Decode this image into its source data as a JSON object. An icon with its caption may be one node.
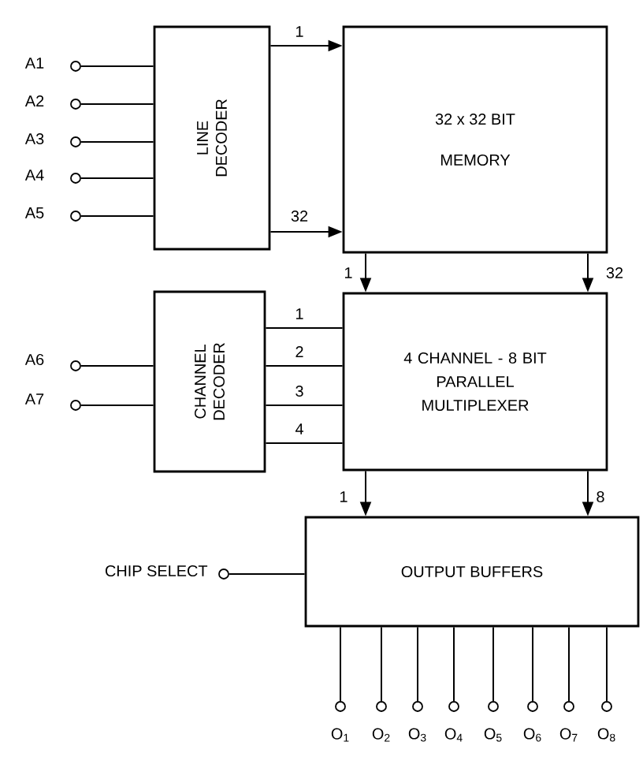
{
  "diagram": {
    "nodes": [
      {
        "text": [],
        "shape": "circle",
        "beside": [
          "A1"
        ]
      },
      {
        "text": [],
        "shape": "circle",
        "beside": [
          "A2"
        ]
      },
      {
        "text": [],
        "shape": "circle",
        "beside": [
          "A3"
        ]
      },
      {
        "text": [],
        "shape": "circle",
        "beside": [
          "A4"
        ]
      },
      {
        "text": [],
        "shape": "circle",
        "beside": [
          "A5"
        ]
      },
      {
        "text": [
          "LINE DECODER"
        ]
      },
      {
        "text": [
          "32 x 32 BIT",
          "MEMORY"
        ]
      },
      {
        "text": [],
        "shape": "circle",
        "beside": [
          "A6"
        ]
      },
      {
        "text": [],
        "shape": "circle",
        "beside": [
          "A7"
        ]
      },
      {
        "text": [
          "CHANNEL DECODER"
        ]
      },
      {
        "text": [
          "4 CHANNEL - 8 BIT PARALLEL MULTIPLEXER"
        ]
      },
      {
        "text": [],
        "shape": "circle",
        "beside": [
          "CHIP SELECT"
        ]
      },
      {
        "text": [
          "OUTPUT BUFFERS"
        ]
      },
      {
        "text": [],
        "shape": "circle",
        "beside": [
          "O$_{1}$"
        ]
      },
      {
        "text": [],
        "shape": "circle",
        "beside": [
          "O$_{2}$"
        ]
      },
      {
        "text": [],
        "shape": "circle",
        "beside": [
          "O$_{3}$"
        ]
      },
      {
        "text": [],
        "shape": "circle",
        "beside": [
          "O$_{4}$"
        ]
      },
      {
        "text": [],
        "shape": "circle",
        "beside": [
          "O$_{5}$"
        ]
      },
      {
        "text": [],
        "shape": "circle",
        "beside": [
          "O$_{6}$"
        ]
      },
      {
        "text": [],
        "shape": "circle",
        "beside": [
          "O$_{7}$"
        ]
      },
      {
        "text": [],
        "shape": "circle",
        "beside": [
          "O$_{8}$"
        ]
      }
    ],
    "edges": [
      {
        "from": 0,
        "to": 5,
        "arrow": "none"
      },
      {
        "from": 1,
        "to": 5,
        "arrow": "none"
      },
      {
        "from": 2,
        "to": 5,
        "arrow": "none"
      },
      {
        "from": 3,
        "to": 5,
        "arrow": "none"
      },
      {
        "from": 4,
        "to": 5,
        "arrow": "none"
      },
      {
        "from": 5,
        "to": 6,
        "arrow": "to",
        "label": "1"
      },
      {
        "from": 5,
        "to": 6,
        "arrow": "to",
        "label": "32"
      },
      {
        "from": 7,
        "to": 9,
        "arrow": "none"
      },
      {
        "from": 8,
        "to": 9,
        "arrow": "none"
      },
      {
        "from": 9,
        "to": 10,
        "arrow": "none",
        "label": "1"
      },
      {
        "from": 9,
        "to": 10,
        "arrow": "none",
        "label": "2"
      },
      {
        "from": 9,
        "to": 10,
        "arrow": "none",
        "label": "3"
      },
      {
        "from": 9,
        "to": 10,
        "arrow": "none",
        "label": "4"
      },
      {
        "from": 6,
        "to": 10,
        "arrow": "to",
        "label": "1"
      },
      {
        "from": 6,
        "to": 10,
        "arrow": "to",
        "label": "32"
      },
      {
        "from": 10,
        "to": 12,
        "arrow": "to",
        "label": "1"
      },
      {
        "from": 10,
        "to": 12,
        "arrow": "to",
        "label": "8"
      },
      {
        "from": 11,
        "to": 12,
        "arrow": "none"
      },
      {
        "from": 12,
        "to": 13,
        "arrow": "none"
      },
      {
        "from": 12,
        "to": 14,
        "arrow": "none"
      },
      {
        "from": 12,
        "to": 15,
        "arrow": "none"
      },
      {
        "from": 12,
        "to": 16,
        "arrow": "none"
      },
      {
        "from": 12,
        "to": 17,
        "arrow": "none"
      },
      {
        "from": 12,
        "to": 18,
        "arrow": "none"
      },
      {
        "from": 12,
        "to": 19,
        "arrow": "none"
      },
      {
        "from": 12,
        "to": 20,
        "arrow": "none"
      }
    ]
  }
}
